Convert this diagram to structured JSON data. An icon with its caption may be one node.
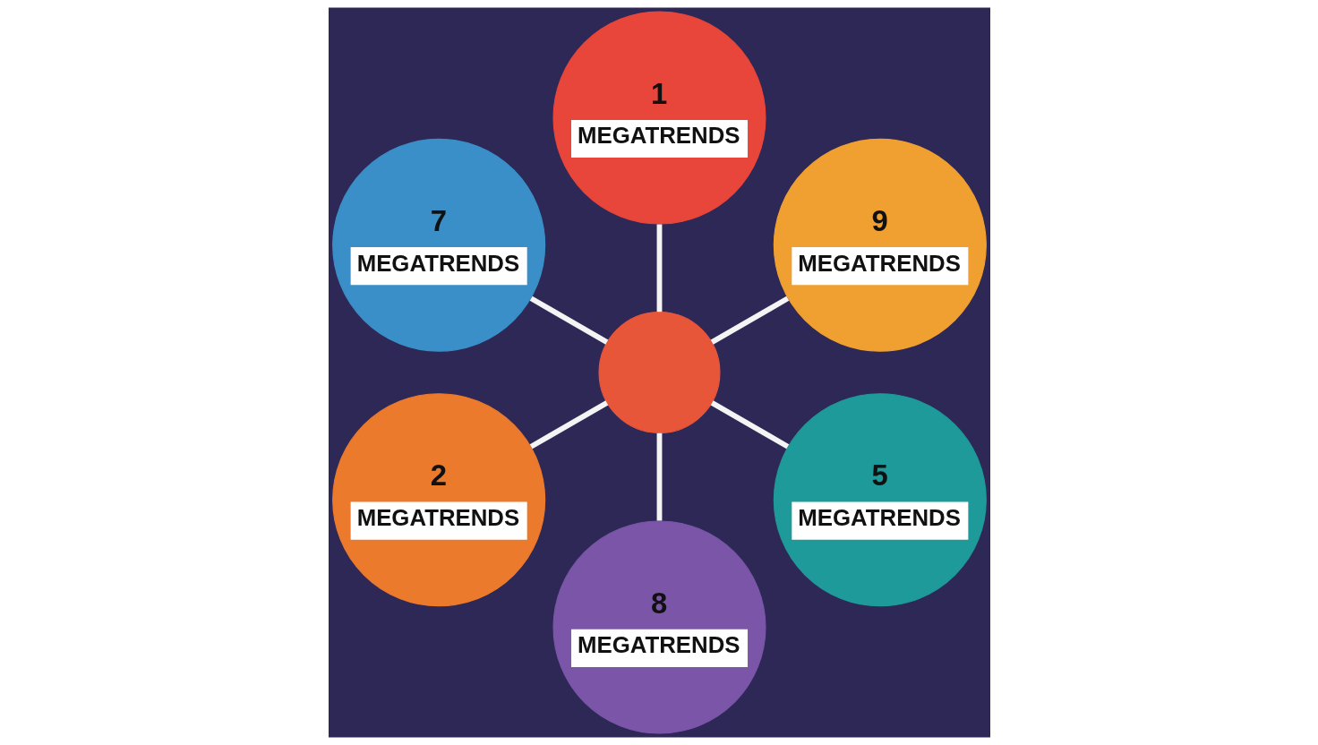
{
  "diagram": {
    "nodes": [
      {
        "text": [],
        "shape": "circle"
      },
      {
        "text": [
          "9",
          "MEGATRENDS"
        ]
      },
      {
        "text": [
          "1",
          "MEGATRENDS"
        ]
      },
      {
        "text": [
          "7",
          "MEGATRENDS"
        ]
      },
      {
        "text": [
          "2",
          "MEGATRENDS"
        ]
      },
      {
        "text": [
          "8",
          "MEGATRENDS"
        ]
      },
      {
        "text": [
          "5",
          "MEGATRENDS"
        ]
      }
    ],
    "edges": [
      {
        "from": 0,
        "to": 1,
        "arrow": "none"
      },
      {
        "from": 0,
        "to": 2,
        "arrow": "none"
      },
      {
        "from": 0,
        "to": 3,
        "arrow": "none"
      },
      {
        "from": 0,
        "to": 4,
        "arrow": "none"
      },
      {
        "from": 0,
        "to": 5,
        "arrow": "none"
      },
      {
        "from": 0,
        "to": 6,
        "arrow": "none"
      }
    ]
  }
}
